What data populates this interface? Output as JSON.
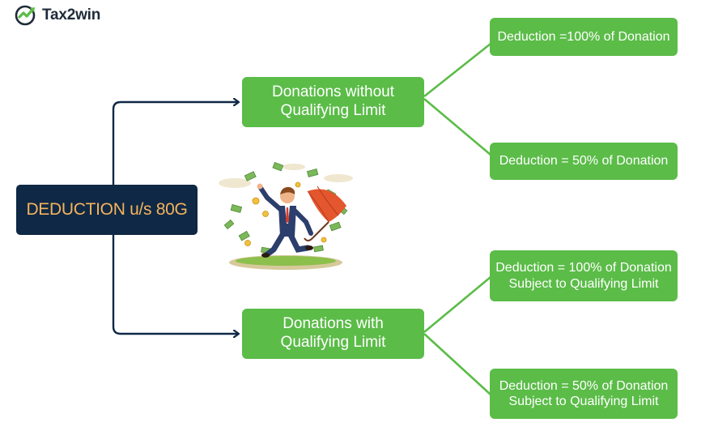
{
  "logo": {
    "text": "Tax2win"
  },
  "root": {
    "label": "DEDUCTION u/s 80G"
  },
  "branches": [
    {
      "label_line1": "Donations without",
      "label_line2": "Qualifying Limit"
    },
    {
      "label_line1": "Donations with",
      "label_line2": "Qualifying Limit"
    }
  ],
  "leaves": [
    {
      "line1": "Deduction =100% of Donation",
      "line2": ""
    },
    {
      "line1": "Deduction = 50% of Donation",
      "line2": ""
    },
    {
      "line1": "Deduction = 100% of Donation",
      "line2": "Subject to Qualifying Limit"
    },
    {
      "line1": "Deduction = 50% of Donation",
      "line2": "Subject to Qualifying Limit"
    }
  ],
  "colors": {
    "root_bg": "#0f2845",
    "root_text": "#f4b35c",
    "box_green": "#5bbc48",
    "arrow_navy": "#0f2845",
    "line_green": "#5bbc48"
  },
  "icons": [
    "tax2win-logo-icon",
    "celebrating-man-with-money-illustration",
    "umbrella-icon"
  ]
}
